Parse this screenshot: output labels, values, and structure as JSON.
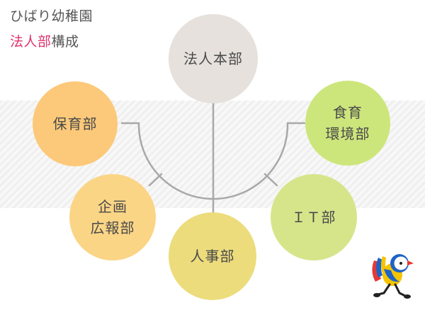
{
  "header": {
    "title": "ひばり幼稚園",
    "subtitle_accent": "法人部",
    "subtitle_rest": "構成"
  },
  "nodes": {
    "hq": {
      "label": "法人本部",
      "color": "#e6e1dc"
    },
    "childcare": {
      "label": "保育部",
      "color": "#fcc97a"
    },
    "pr": {
      "line1": "企画",
      "line2": "広報部",
      "color": "#fbd586"
    },
    "hr": {
      "label": "人事部",
      "color": "#ecdc7c"
    },
    "it": {
      "label": "ＩＴ部",
      "color": "#d6e58a"
    },
    "food": {
      "line1": "食育",
      "line2": "環境部",
      "color": "#cde67c"
    }
  },
  "colors": {
    "line": "#a8a8a8",
    "accent": "#e0336f"
  },
  "icons": {
    "mascot": "running-bird-mascot-icon"
  }
}
